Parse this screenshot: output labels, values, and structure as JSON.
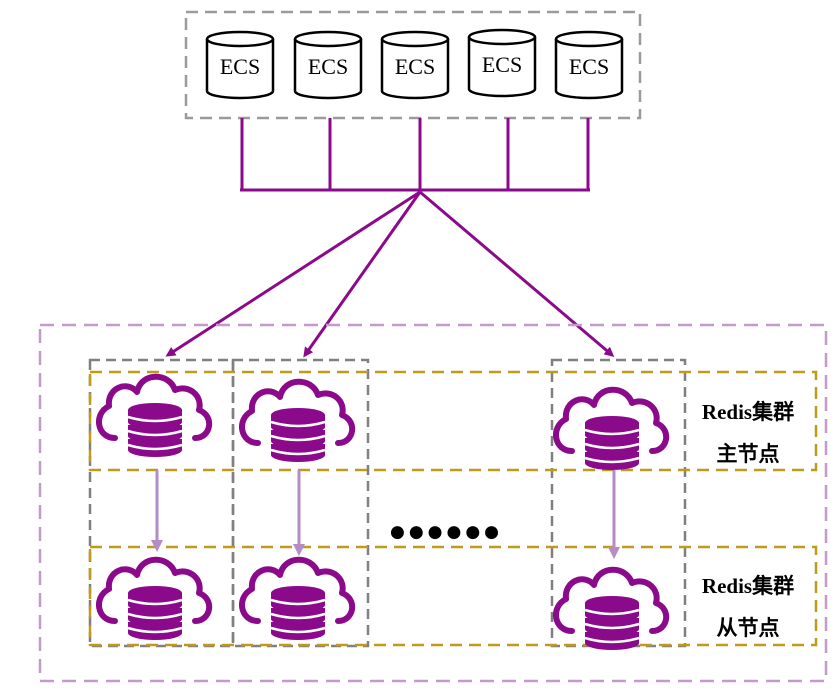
{
  "ecs_servers": [
    "ECS",
    "ECS",
    "ECS",
    "ECS",
    "ECS"
  ],
  "master_label": {
    "line1": "Redis集群",
    "line2": "主节点"
  },
  "slave_label": {
    "line1": "Redis集群",
    "line2": "从节点"
  },
  "ellipsis": "●●●●●●",
  "colors": {
    "purple": "#8b0a8b",
    "light_purple": "#b58cc5",
    "gold": "#c09a1a",
    "gray_dash": "#808080",
    "outer_dash": "#c39ac9"
  }
}
